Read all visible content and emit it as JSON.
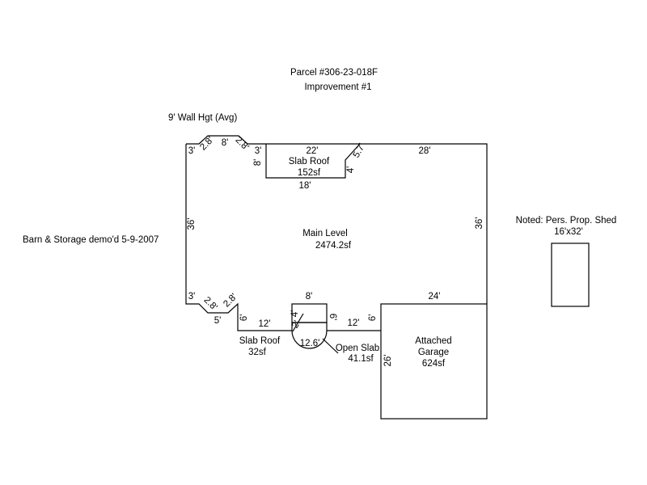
{
  "header": {
    "parcel": "Parcel #306-23-018F",
    "improvement": "Improvement #1"
  },
  "notes": {
    "wall_height": "9' Wall Hgt (Avg)",
    "barn": "Barn & Storage demo'd 5-9-2007",
    "shed_line1": "Noted: Pers. Prop. Shed",
    "shed_line2": "16'x32'"
  },
  "areas": {
    "main_name": "Main Level",
    "main_area": "2474.2sf",
    "slab_top_name": "Slab Roof",
    "slab_top_area": "152sf",
    "slab_bottom_name": "Slab Roof",
    "slab_bottom_area": "32sf",
    "open_slab_name": "Open Slab",
    "open_slab_area": "41.1sf",
    "garage_line1": "Attached",
    "garage_line2": "Garage",
    "garage_area": "624sf"
  },
  "dims": {
    "top_left_3a": "3'",
    "top_diag_1": "2.8'",
    "top_8": "8'",
    "top_diag_2": "2.8'",
    "top_3b": "3'",
    "slab_22": "22'",
    "slab_8": "8'",
    "slab_18": "18'",
    "slab_4": "4'",
    "slab_57": "5.7'",
    "top_28": "28'",
    "left_36": "36'",
    "right_36": "36'",
    "bot_left_3": "3'",
    "bot_diag_1": "2.8'",
    "bot_diag_2": "2.8'",
    "bot_5": "5'",
    "bot_6a": "6'",
    "bot_12a": "12'",
    "stair_8": "8'",
    "stair_4": "4'",
    "stair_2": "2'",
    "stair_6": "6'",
    "bot_126": "12.6'",
    "bot_12b": "12'",
    "bot_6b": "6'",
    "garage_24": "24'",
    "garage_26": "26'"
  }
}
